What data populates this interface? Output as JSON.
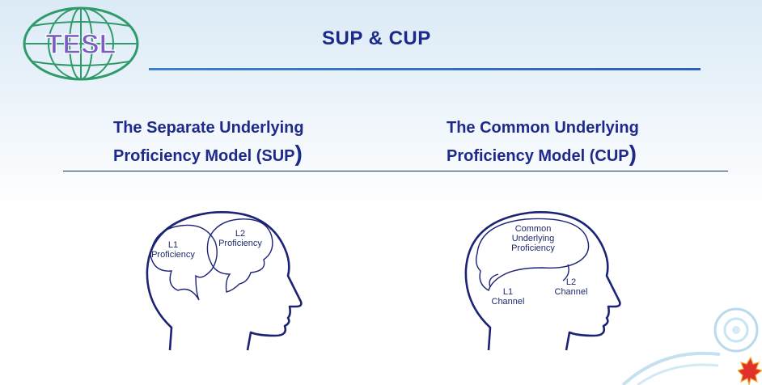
{
  "logo": {
    "text": "TESL",
    "icon": "globe-icon"
  },
  "title": "SUP & CUP",
  "left": {
    "heading_line1": "The Separate Underlying",
    "heading_line2": "Proficiency Model  (SUP",
    "heading_paren": ")",
    "label_l1_a": "L1",
    "label_l1_b": "Proficiency",
    "label_l2_a": "L2",
    "label_l2_b": "Proficiency"
  },
  "right": {
    "heading_line1": "The Common Underlying",
    "heading_line2": "Proficiency Model  (CUP",
    "heading_paren": ")",
    "label_common_a": "Common",
    "label_common_b": "Underlying",
    "label_common_c": "Proficiency",
    "label_l1_a": "L1",
    "label_l1_b": "Channel",
    "label_l2_a": "L2",
    "label_l2_b": "Channel"
  },
  "colors": {
    "heading": "#1d2a8a",
    "outline": "#1b2375",
    "accent_rule": "#3f7fd0",
    "logo_globe": "#2f9a6a"
  }
}
